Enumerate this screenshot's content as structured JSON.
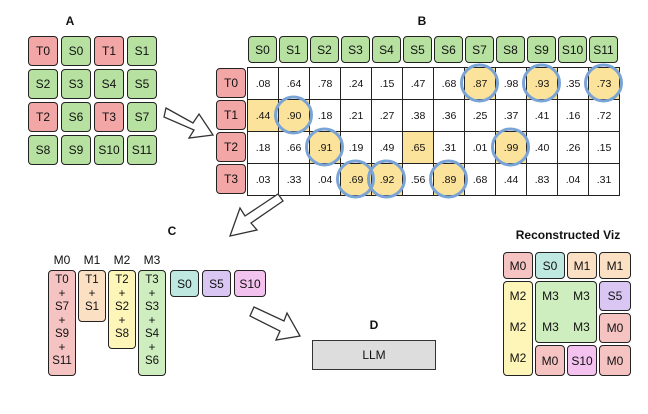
{
  "labels": {
    "a": "A",
    "b": "B",
    "c": "C",
    "d": "D",
    "viz": "Reconstructed Viz"
  },
  "grid_a": [
    [
      "T0",
      "S0",
      "T1",
      "S1"
    ],
    [
      "S2",
      "S3",
      "S4",
      "S5"
    ],
    [
      "T2",
      "S6",
      "T3",
      "S7"
    ],
    [
      "S8",
      "S9",
      "S10",
      "S11"
    ]
  ],
  "grid_a_types": [
    [
      "r",
      "g",
      "r",
      "g"
    ],
    [
      "g",
      "g",
      "g",
      "g"
    ],
    [
      "r",
      "g",
      "r",
      "g"
    ],
    [
      "g",
      "g",
      "g",
      "g"
    ]
  ],
  "matrix": {
    "cols": [
      "S0",
      "S1",
      "S2",
      "S3",
      "S4",
      "S5",
      "S6",
      "S7",
      "S8",
      "S9",
      "S10",
      "S11"
    ],
    "rows": [
      "T0",
      "T1",
      "T2",
      "T3"
    ],
    "values": [
      [
        ".08",
        ".64",
        ".78",
        ".24",
        ".15",
        ".47",
        ".68",
        ".87",
        ".98",
        ".93",
        ".35",
        ".73"
      ],
      [
        ".44",
        ".90",
        ".18",
        ".21",
        ".27",
        ".38",
        ".36",
        ".25",
        ".37",
        ".41",
        ".16",
        ".72"
      ],
      [
        ".18",
        ".66",
        ".91",
        ".19",
        ".49",
        ".65",
        ".31",
        ".01",
        ".99",
        ".40",
        ".26",
        ".15"
      ],
      [
        ".03",
        ".33",
        ".04",
        ".69",
        ".92",
        ".56",
        ".89",
        ".68",
        ".44",
        ".83",
        ".04",
        ".31"
      ]
    ],
    "highlighted": [
      [
        0,
        7
      ],
      [
        0,
        9
      ],
      [
        0,
        11
      ],
      [
        1,
        0
      ],
      [
        1,
        1
      ],
      [
        2,
        2
      ],
      [
        2,
        5
      ],
      [
        2,
        8
      ],
      [
        3,
        3
      ],
      [
        3,
        4
      ],
      [
        3,
        6
      ]
    ],
    "circled": [
      [
        0,
        7
      ],
      [
        0,
        9
      ],
      [
        0,
        11
      ],
      [
        1,
        1
      ],
      [
        2,
        2
      ],
      [
        2,
        8
      ],
      [
        3,
        3
      ],
      [
        3,
        4
      ],
      [
        3,
        6
      ]
    ]
  },
  "merged": {
    "tags": [
      "M0",
      "M1",
      "M2",
      "M3"
    ],
    "stacks": [
      [
        "T0",
        "+",
        "S7",
        "+",
        "S9",
        "+",
        "S11"
      ],
      [
        "T1",
        "+",
        "S1"
      ],
      [
        "T2",
        "+",
        "S2",
        "+",
        "S8"
      ],
      [
        "T3",
        "+",
        "S3",
        "+",
        "S4",
        "+",
        "S6"
      ]
    ],
    "singles": [
      "S0",
      "S5",
      "S10"
    ]
  },
  "llm": "LLM",
  "viz": {
    "m0_top": "M0",
    "s0": "S0",
    "m1_a": "M1",
    "m1_b": "M1",
    "m2_1": "M2",
    "m2_2": "M2",
    "m2_3": "M2",
    "m3_1": "M3",
    "m3_2": "M3",
    "m3_3": "M3",
    "m3_4": "M3",
    "s5": "S5",
    "m0_r1": "M0",
    "m0_b": "M0",
    "s10": "S10",
    "m0_r2": "M0"
  },
  "colors": {
    "token": "#b7e1a1",
    "text_token": "#f3a6a6",
    "highlight": "#fce39b",
    "circle": "#7aa3d6"
  }
}
